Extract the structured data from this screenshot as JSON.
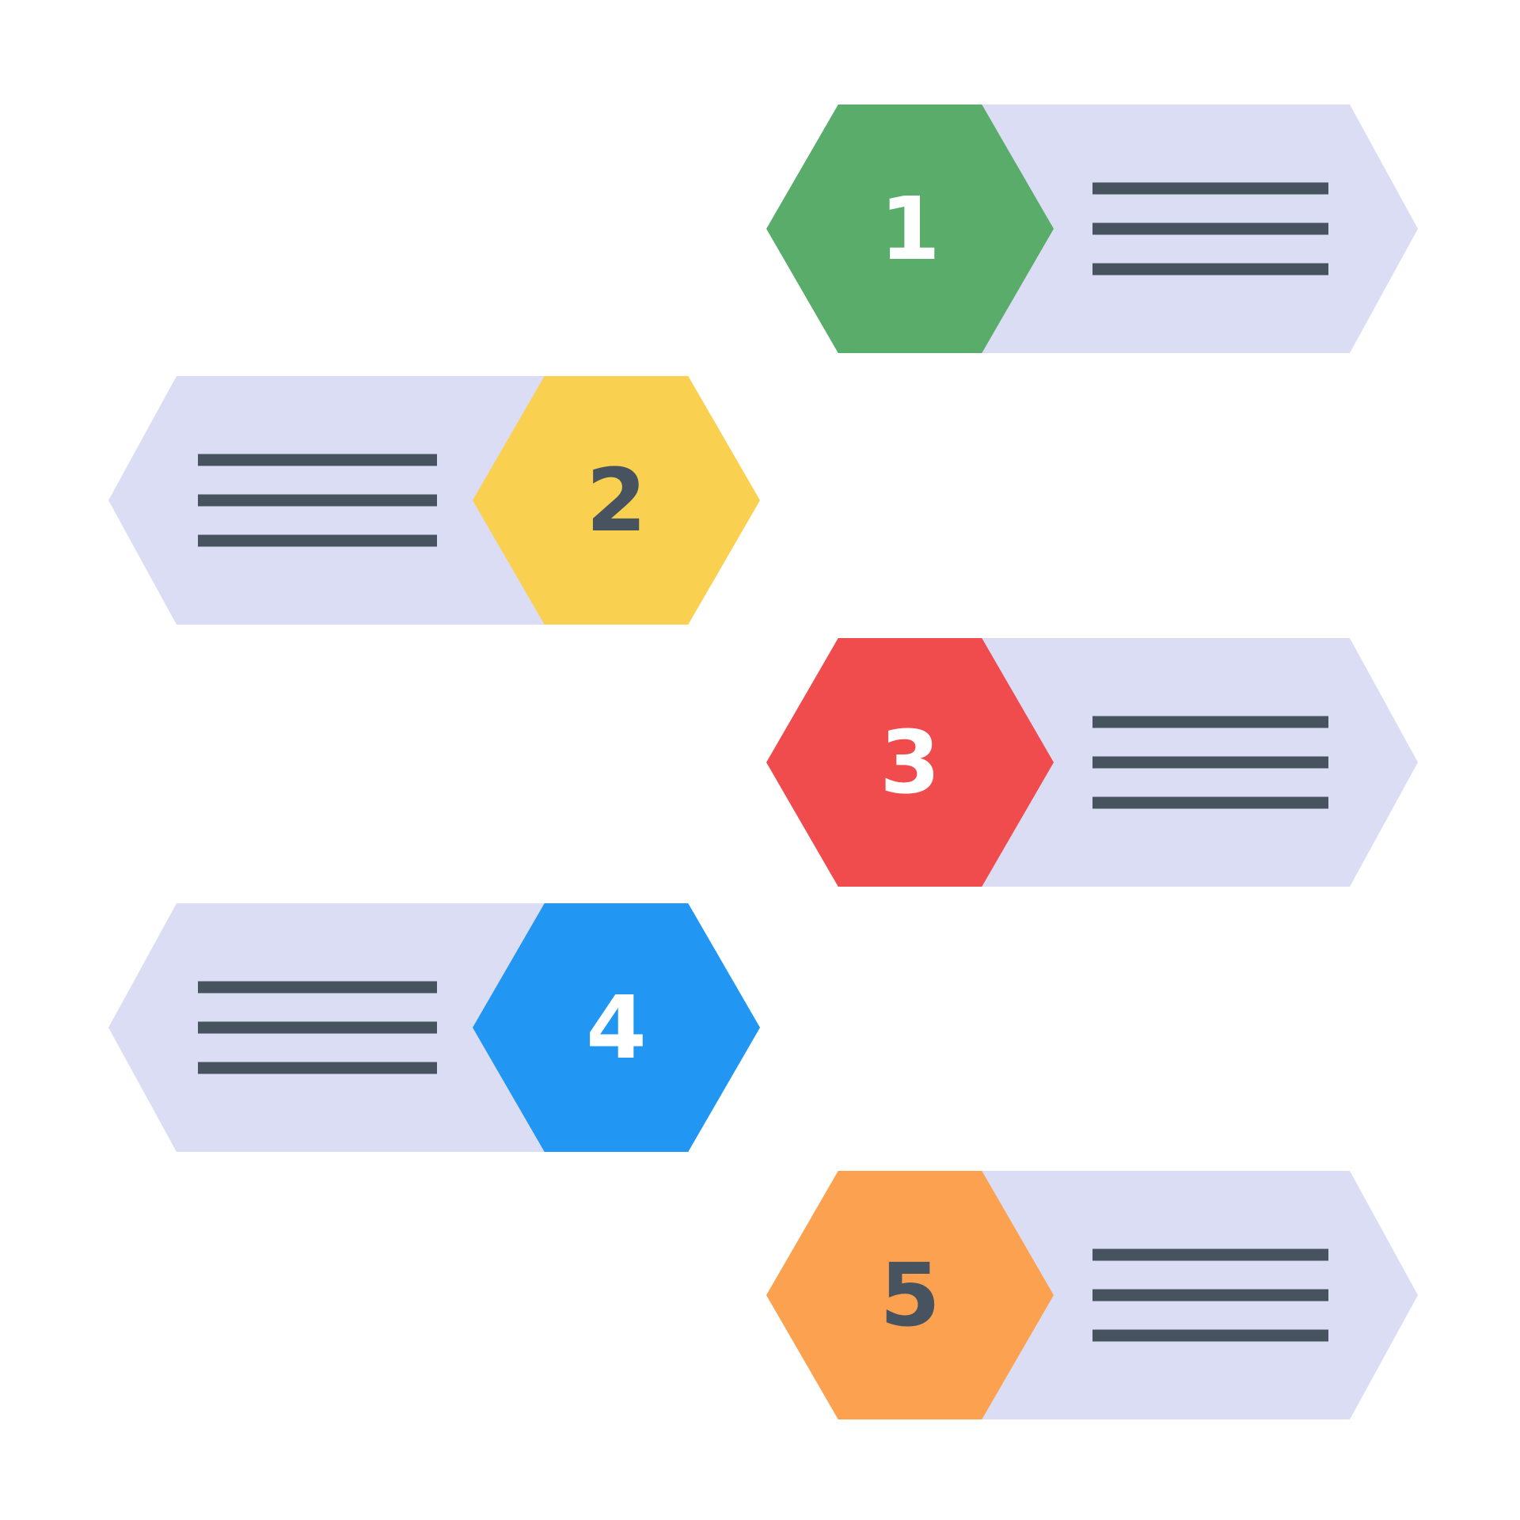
{
  "infographic": {
    "description": "Five-step hexagon banner infographic with numbered steps and placeholder text lines",
    "background_color": "#ffffff",
    "banner_color": "#dbddf5",
    "line_color": "#47545f",
    "steps": [
      {
        "number": "1",
        "side": "right",
        "hex_color": "#5aac6b",
        "number_color": "#ffffff",
        "placeholder_line_count": 3
      },
      {
        "number": "2",
        "side": "left",
        "hex_color": "#f9d04f",
        "number_color": "#47545f",
        "placeholder_line_count": 3
      },
      {
        "number": "3",
        "side": "right",
        "hex_color": "#f04c4e",
        "number_color": "#ffffff",
        "placeholder_line_count": 3
      },
      {
        "number": "4",
        "side": "left",
        "hex_color": "#2196f3",
        "number_color": "#ffffff",
        "placeholder_line_count": 3
      },
      {
        "number": "5",
        "side": "right",
        "hex_color": "#fba150",
        "number_color": "#47545f",
        "placeholder_line_count": 3
      }
    ]
  }
}
